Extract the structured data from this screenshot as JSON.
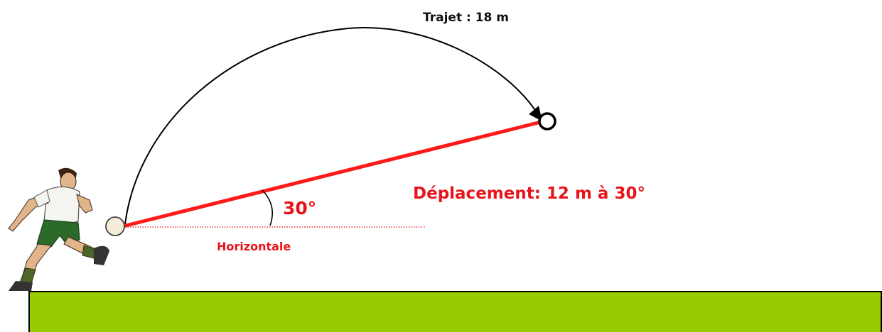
{
  "diagram": {
    "path_label": "Trajet : 18 m",
    "displacement_label": "Déplacement: 12 m à 30°",
    "angle_label": "30°",
    "horizontal_label": "Horizontale"
  },
  "colors": {
    "displacement_line": "#ff1a1a",
    "label_red": "#e8141b",
    "horizontal_dotted": "#e83030",
    "trajectory": "#000000",
    "ground": "#99cc00",
    "ground_edge": "#000000",
    "ball": "#f2ecd8",
    "jersey": "#f4f4f0",
    "shorts": "#2c6a2a",
    "socks": "#4e6428",
    "skin": "#e2b48a"
  },
  "icons": {
    "player": "soccer-player-icon",
    "ball": "soccer-ball-icon",
    "target": "target-circle-icon",
    "arrowhead": "arrowhead-icon"
  }
}
